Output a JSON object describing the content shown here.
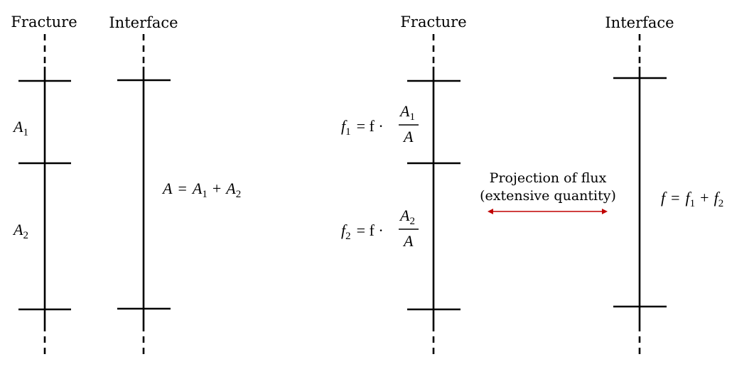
{
  "titles": {
    "left_fracture": "Fracture",
    "left_interface": "Interface",
    "right_fracture": "Fracture",
    "right_interface": "Interface"
  },
  "left_labels": {
    "a1": "A",
    "a1_sub": "1",
    "a2": "A",
    "a2_sub": "2"
  },
  "left_equation": {
    "lhs": "A",
    "eq": "=",
    "t1": "A",
    "t1_sub": "1",
    "plus": "+",
    "t2": "A",
    "t2_sub": "2"
  },
  "right_fractions": {
    "f1_lhs": "f",
    "f1_sub": "1",
    "f1_eq": "= f ·",
    "f1_num": "A",
    "f1_num_sub": "1",
    "f1_den": "A",
    "f2_lhs": "f",
    "f2_sub": "2",
    "f2_eq": "= f ·",
    "f2_num": "A",
    "f2_num_sub": "2",
    "f2_den": "A"
  },
  "projection": {
    "line1": "Projection of flux",
    "line2": "(extensive quantity)",
    "arrow_color": "#c00000"
  },
  "right_equation": {
    "lhs": "f",
    "eq": "=",
    "t1": "f",
    "t1_sub": "1",
    "plus": "+",
    "t2": "f",
    "t2_sub": "2"
  }
}
